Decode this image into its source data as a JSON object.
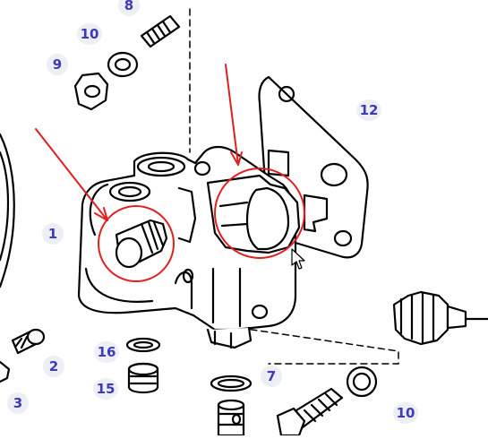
{
  "callouts": {
    "c8": "8",
    "c10_top": "10",
    "c9": "9",
    "c12": "12",
    "c1": "1",
    "c2": "2",
    "c16": "16",
    "c7": "7",
    "c15": "15",
    "c3": "3",
    "c10_bottom": "10"
  },
  "colors": {
    "callout_text": "#3c3cb8",
    "callout_bg": "#eeeef6",
    "highlight": "#e02020",
    "line_art": "#000000"
  }
}
